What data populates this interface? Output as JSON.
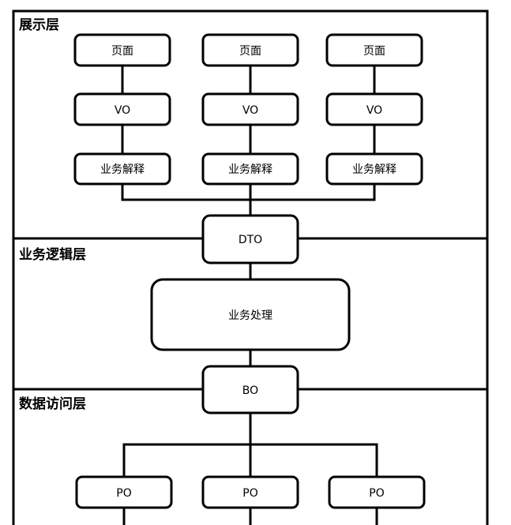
{
  "layers": {
    "presentation": "展示层",
    "business_logic": "业务逻辑层",
    "data_access": "数据访问层"
  },
  "presentation_columns": [
    {
      "page": "页面",
      "vo": "VO",
      "interpret": "业务解释"
    },
    {
      "page": "页面",
      "vo": "VO",
      "interpret": "业务解释"
    },
    {
      "page": "页面",
      "vo": "VO",
      "interpret": "业务解释"
    }
  ],
  "dto": "DTO",
  "business_processing": "业务处理",
  "bo": "BO",
  "po_items": [
    "PO",
    "PO",
    "PO"
  ]
}
